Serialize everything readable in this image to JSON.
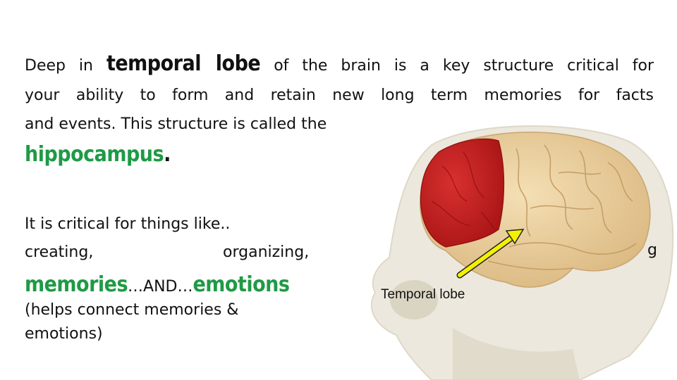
{
  "slide": {
    "para1": {
      "line1_before": "Deep in",
      "line1_term": "temporal lobe",
      "line1_after": "of the brain is a key structure critical for",
      "line2": "your ability to form and retain new long term memories for facts",
      "line3": "and events. This structure is called the",
      "term_hippocampus": "hippocampus",
      "period": "."
    },
    "para2": {
      "intro": "It is critical for things like..",
      "item_creating": "creating,",
      "item_organizing": "organizing,",
      "item_cut_letter": "g",
      "term_memories": "memories",
      "connector": "…AND…",
      "term_emotions": "emotions",
      "note_line1": "(helps connect memories &",
      "note_line2": "emotions)"
    },
    "figure": {
      "label": "Temporal lobe",
      "colors": {
        "frontal_lobe": "#cc2222",
        "brain": "#efd3a0",
        "skull": "#e6e2d3",
        "arrow": "#f5f000",
        "term_green": "#1f9a45"
      }
    }
  }
}
